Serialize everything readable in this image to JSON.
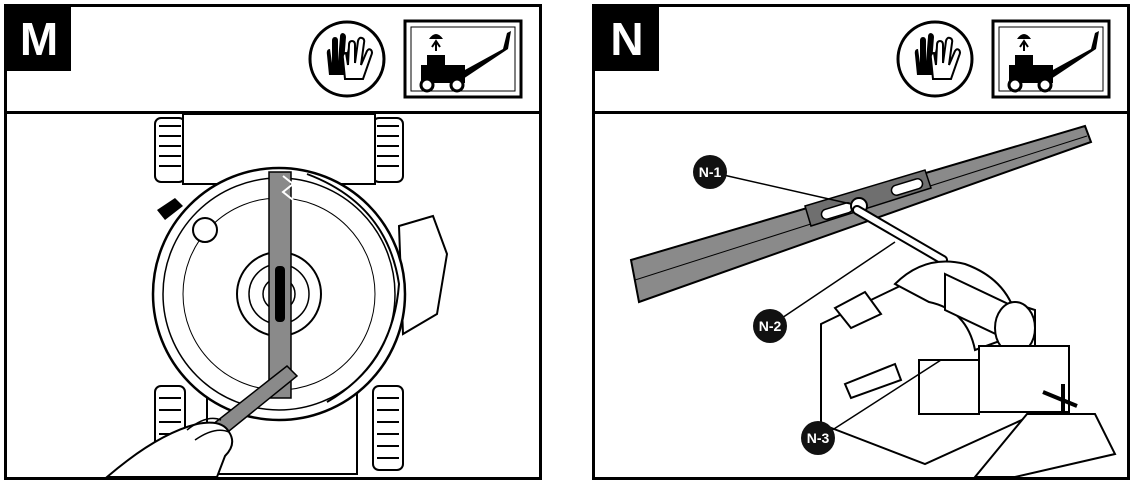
{
  "panels": [
    {
      "step_label": "M",
      "icons": [
        "gloves-icon",
        "disconnect-spark-plug-icon"
      ]
    },
    {
      "step_label": "N",
      "icons": [
        "gloves-icon",
        "disconnect-spark-plug-icon"
      ],
      "callouts": [
        "N-1",
        "N-2",
        "N-3"
      ]
    }
  ],
  "colors": {
    "ink": "#000000",
    "panel_bg": "#ffffff",
    "blade_gray": "#8a8a8a"
  }
}
